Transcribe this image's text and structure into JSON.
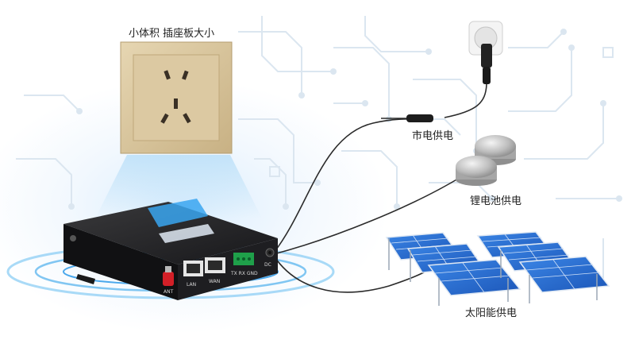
{
  "labels": {
    "outlet_caption": "小体积 插座板大小",
    "mains_power": "市电供电",
    "lithium_battery_power": "锂电池供电",
    "solar_power": "太阳能供电"
  },
  "device": {
    "ports": {
      "ant": "ANT",
      "lan": "LAN",
      "wan": "WAN",
      "serial": "TX RX GND",
      "dc": "DC"
    }
  },
  "colors": {
    "circuit_lines": "#dbe6f0",
    "device_body": "#1c1c1e",
    "outlet_plate": "#d9c7a1",
    "solar_cell": "#2a6fd0",
    "cable": "#2b2b2b",
    "glow": "#7fc4f2"
  }
}
